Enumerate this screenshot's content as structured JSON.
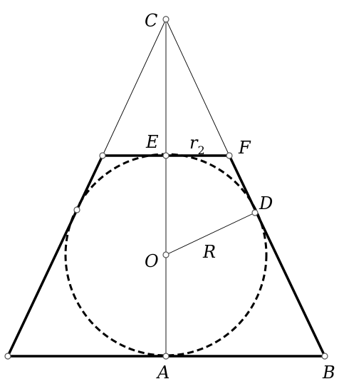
{
  "labels": {
    "C": "C",
    "E": "E",
    "F": "F",
    "D": "D",
    "O": "O",
    "R": "R",
    "A": "A",
    "B": "B",
    "r": "r",
    "r_sub": "2"
  },
  "colors": {
    "stroke": "#000000",
    "point_fill": "#ffffff",
    "point_stroke": "#555555"
  }
}
